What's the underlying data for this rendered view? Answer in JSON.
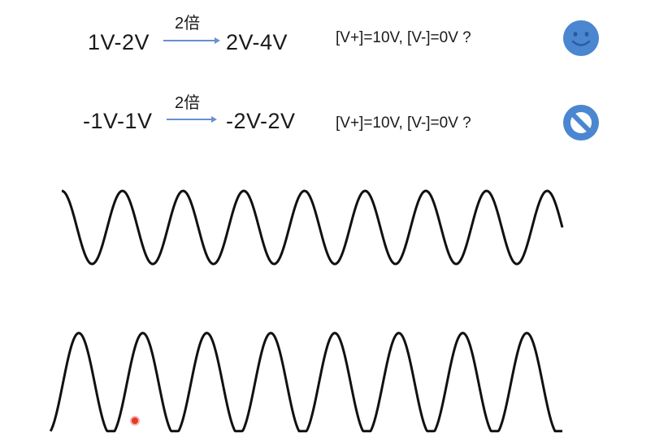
{
  "rows": [
    {
      "input_range": "1V-2V",
      "multiplier": "2倍",
      "output_range": "2V-4V",
      "condition": "[V+]=10V, [V-]=0V ?",
      "status_icon": "smiley-face-icon"
    },
    {
      "input_range": "-1V-1V",
      "multiplier": "2倍",
      "output_range": "-2V-2V",
      "condition": "[V+]=10V, [V-]=0V ?",
      "status_icon": "prohibited-icon"
    }
  ],
  "waveforms": [
    {
      "kind": "sine",
      "cycles": 8,
      "clipped": false
    },
    {
      "kind": "sine",
      "cycles": 8,
      "clipped": true,
      "clip_fraction_of_amplitude": 0.33
    }
  ],
  "colors": {
    "icon_blue": "#4b86d1",
    "arrow": "#6a8fd0",
    "wave": "#111111",
    "cursor": "#e23a2a"
  }
}
